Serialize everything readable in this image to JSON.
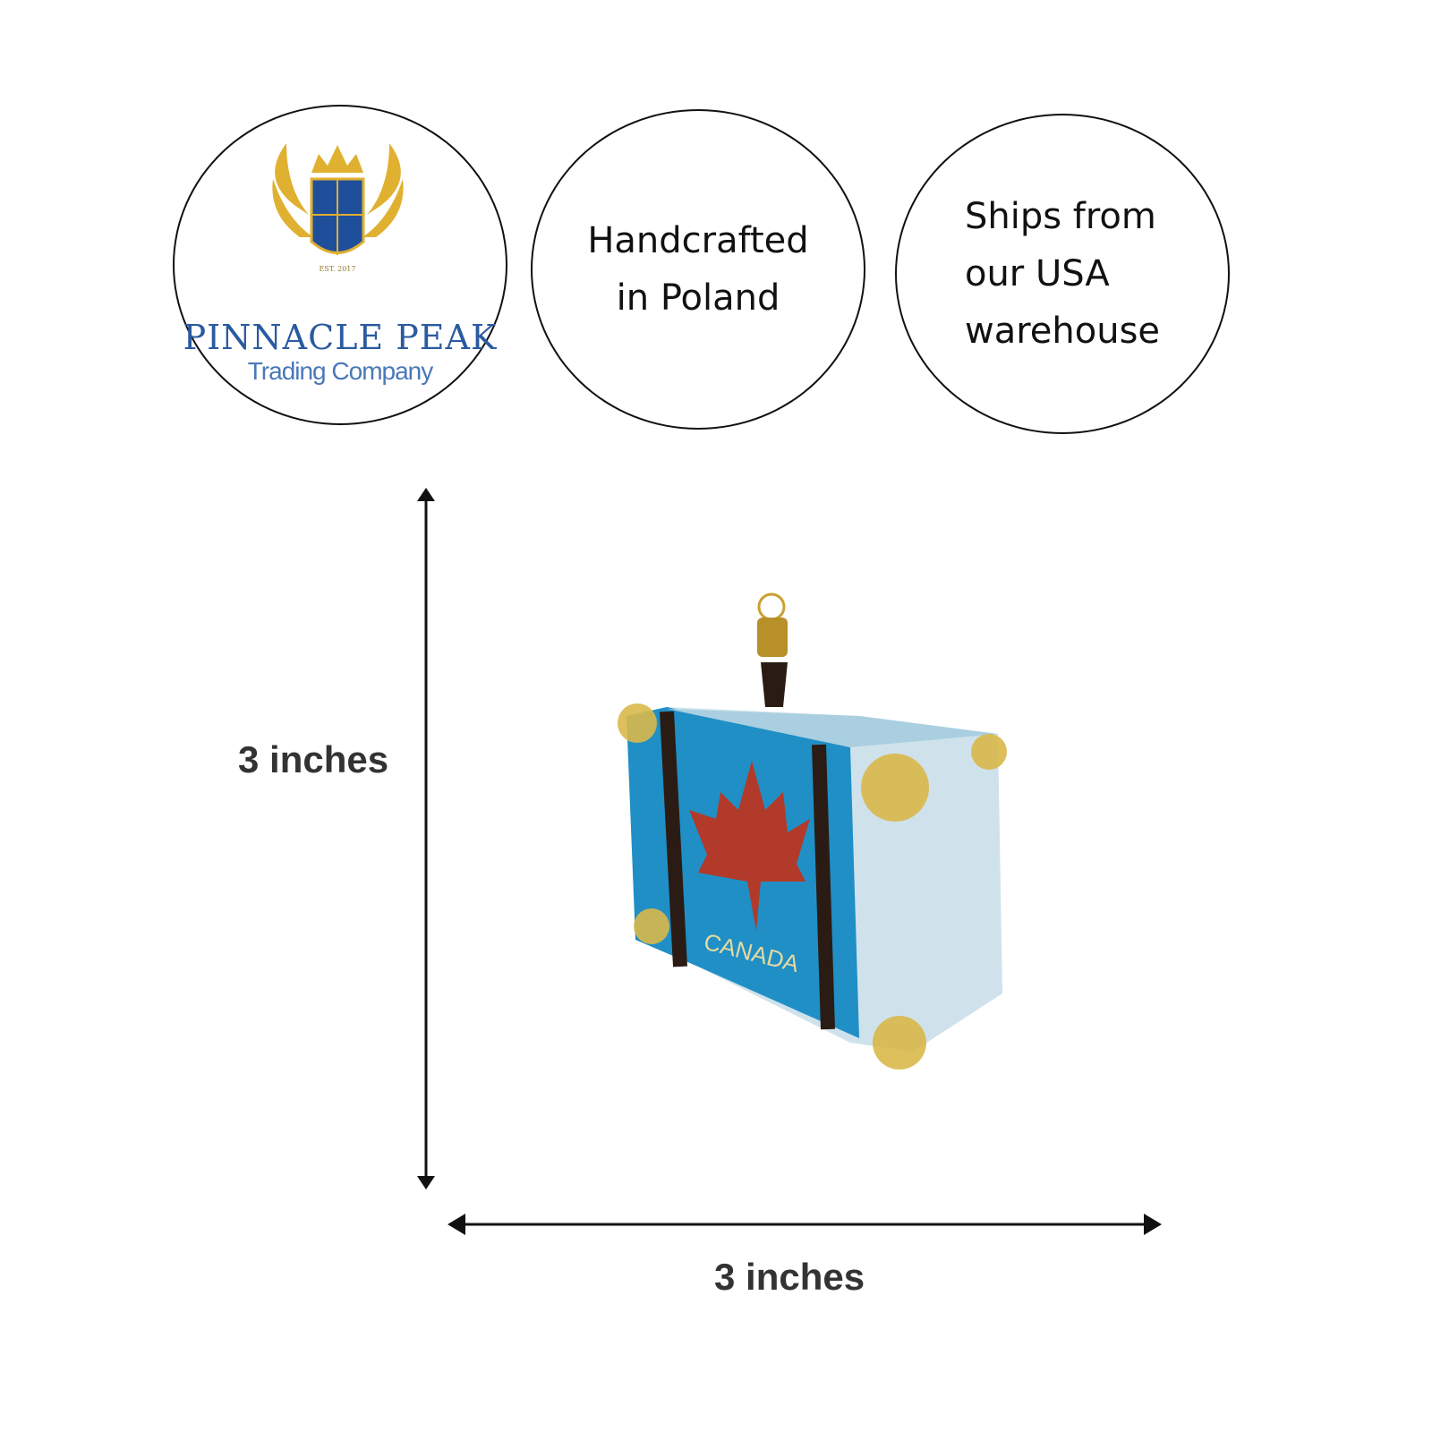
{
  "badges": {
    "brand": {
      "name": "PINNACLE PEAK",
      "subtitle": "Trading Company",
      "crest_text": "EST. 2017"
    },
    "origin": {
      "line1": "Handcrafted",
      "line2": "in Poland"
    },
    "shipping": {
      "line1": "Ships from",
      "line2": "our USA",
      "line3": "warehouse"
    }
  },
  "dimensions": {
    "height_label": "3 inches",
    "width_label": "3 inches"
  },
  "product": {
    "ornament_text": "CANADA"
  },
  "colors": {
    "brand_blue": "#2a5aa0",
    "gold": "#d9a520",
    "suitcase_blue": "#1f8fc6",
    "maple_red": "#b23a2a"
  }
}
